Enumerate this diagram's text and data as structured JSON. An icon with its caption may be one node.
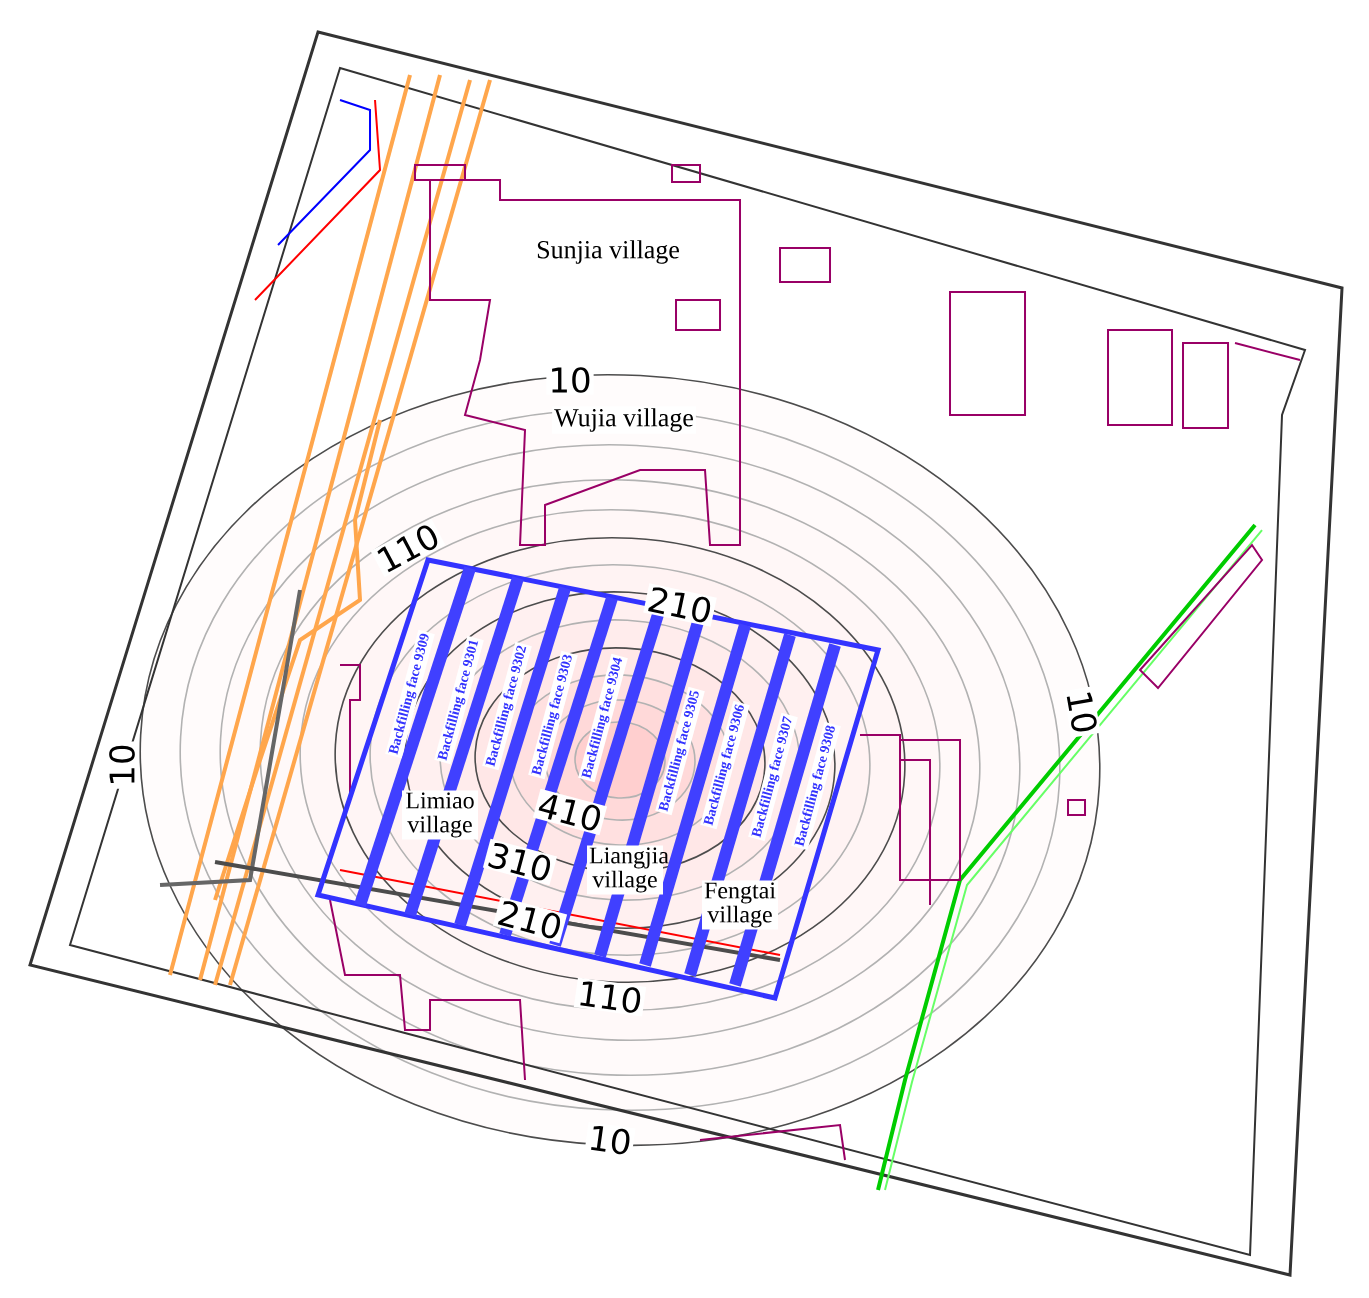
{
  "diagram": {
    "labels": [
      "Sunjia village",
      "10",
      "Wujia village",
      "110",
      "210",
      "Backfilling face 9309",
      "Backfilling face 9301",
      "Backfilling face 9302",
      "Backfilling face 9303",
      "Backfilling face 9304",
      "Backfilling face 9305",
      "Backfilling face 9306",
      "Backfilling face 9307",
      "Backfilling face 9308",
      "10",
      "10",
      "Limiao village",
      "410",
      "310",
      "210",
      "Liangjia village",
      "Fengtai village",
      "110",
      "10"
    ]
  }
}
